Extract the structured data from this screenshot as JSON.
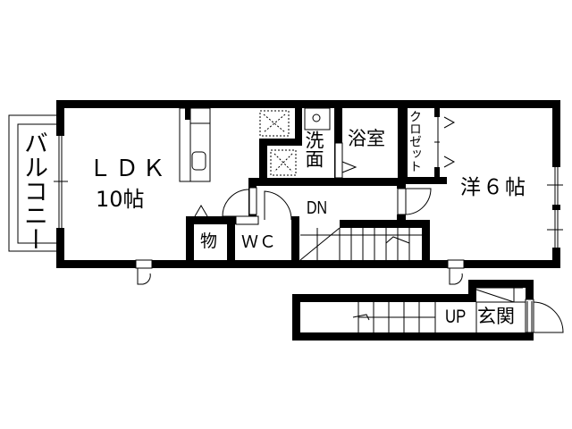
{
  "floor_plan": {
    "type": "apartment-floor-plan",
    "colors": {
      "wall": "#000000",
      "background": "#ffffff",
      "line": "#000000"
    },
    "rooms": [
      {
        "id": "balcony",
        "label": "バルコニー"
      },
      {
        "id": "ldk",
        "label": "ＬＤＫ",
        "size": "10帖"
      },
      {
        "id": "washroom",
        "label": "洗面"
      },
      {
        "id": "bathroom",
        "label": "浴室"
      },
      {
        "id": "closet",
        "label": "クロゼット"
      },
      {
        "id": "western-room",
        "label": "洋６帖"
      },
      {
        "id": "storage",
        "label": "物"
      },
      {
        "id": "toilet",
        "label": "ＷＣ"
      },
      {
        "id": "stairs-down",
        "label": "DN"
      },
      {
        "id": "stairs-up",
        "label": "UP"
      },
      {
        "id": "entrance",
        "label": "玄関"
      }
    ]
  }
}
